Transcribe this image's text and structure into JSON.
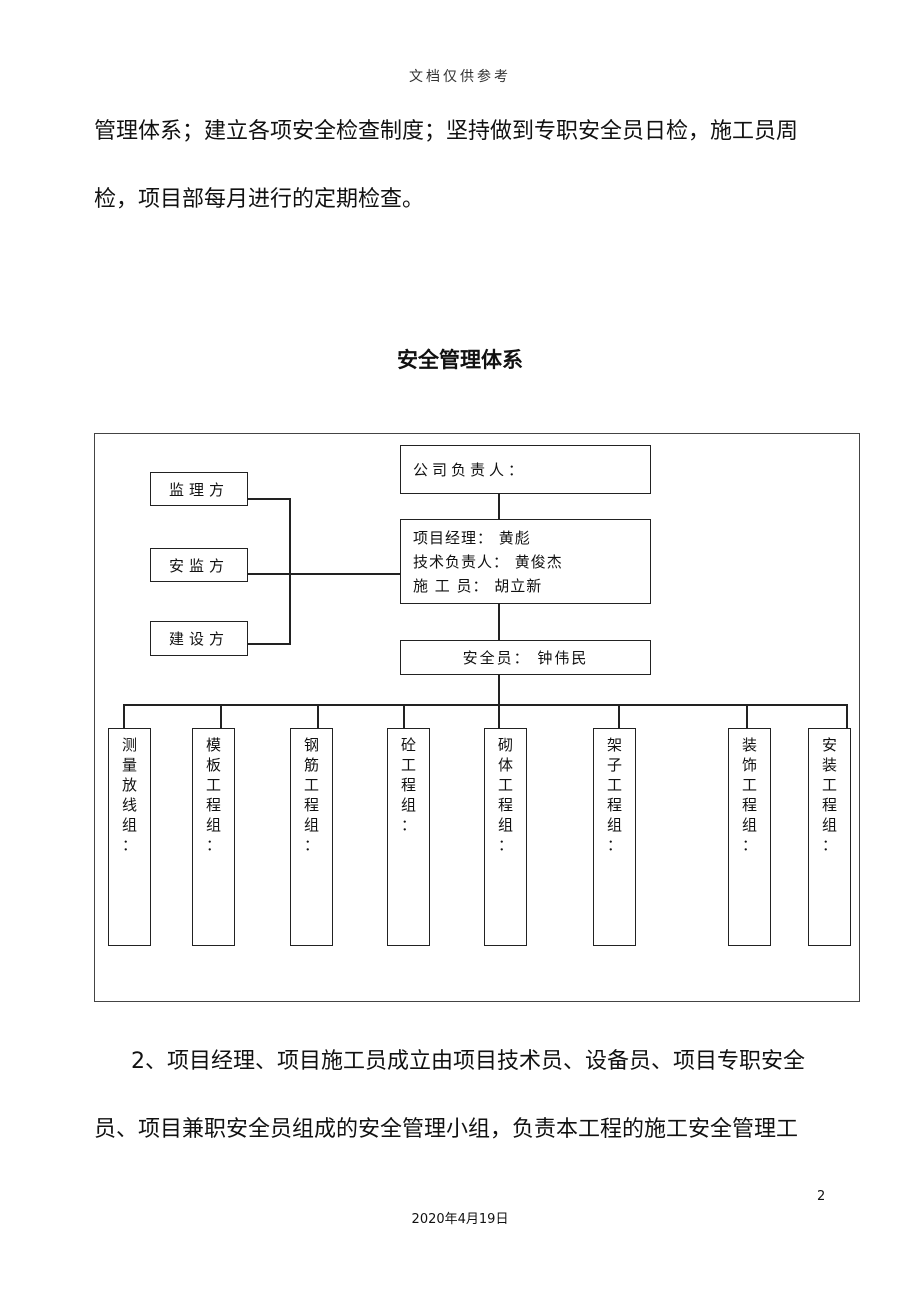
{
  "header": {
    "note": "文档仅供参考"
  },
  "intro_paragraph": {
    "line1": "管理体系；建立各项安全检查制度；坚持做到专职安全员日检，施工员周",
    "line2": "检，项目部每月进行的定期检查。"
  },
  "diagram": {
    "title": "安全管理体系",
    "company_head": "公司负责人：",
    "project_box": {
      "line1": "项目经理：  黄彪",
      "line2": "技术负责人：  黄俊杰",
      "line3": "施  工  员：  胡立新"
    },
    "safety_officer": "安全员：  钟伟民",
    "side_parties": [
      "监理方",
      "安监方",
      "建设方"
    ],
    "groups": [
      [
        "测",
        "量",
        "放",
        "线",
        "组",
        "："
      ],
      [
        "模",
        "板",
        "工",
        "程",
        "组",
        "："
      ],
      [
        "钢",
        "筋",
        "工",
        "程",
        "组",
        "："
      ],
      [
        "砼",
        "工",
        "程",
        "组",
        "："
      ],
      [
        "砌",
        "体",
        "工",
        "程",
        "组",
        "："
      ],
      [
        "架",
        "子",
        "工",
        "程",
        "组",
        "："
      ],
      [
        "装",
        "饰",
        "工",
        "程",
        "组",
        "："
      ],
      [
        "安",
        "装",
        "工",
        "程",
        "组",
        "："
      ]
    ]
  },
  "para2": {
    "line1": "2、项目经理、项目施工员成立由项目技术员、设备员、项目专职安全",
    "line2": "员、项目兼职安全员组成的安全管理小组，负责本工程的施工安全管理工"
  },
  "footer": {
    "page_number": "2",
    "date": "2020年4月19日"
  }
}
